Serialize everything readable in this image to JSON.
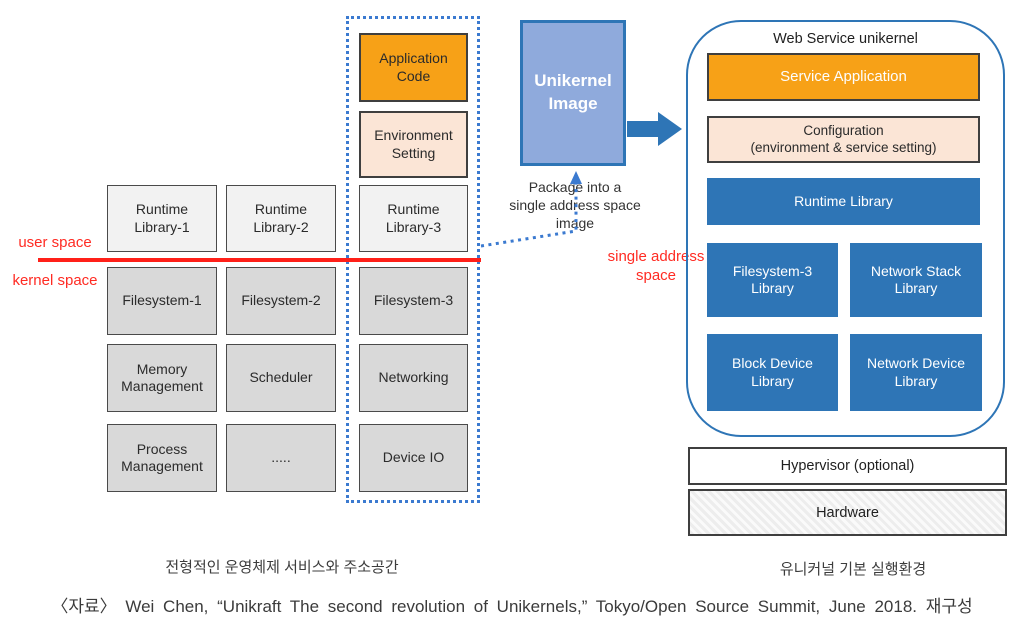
{
  "os_diagram": {
    "user_space_label": "user space",
    "kernel_space_label": "kernel space",
    "app_code": "Application Code",
    "env_setting": "Environment Setting",
    "runtime1": "Runtime Library-1",
    "runtime2": "Runtime Library-2",
    "runtime3": "Runtime Library-3",
    "fs1": "Filesystem-1",
    "fs2": "Filesystem-2",
    "fs3": "Filesystem-3",
    "memory": "Memory Management",
    "scheduler": "Scheduler",
    "networking": "Networking",
    "process": "Process Management",
    "dots": ".....",
    "deviceio": "Device IO",
    "caption": "전형적인 운영체제 서비스와 주소공간"
  },
  "middle": {
    "unikernel_image": "Unikernel Image",
    "package_line1": "Package into a",
    "package_line2": "single address space",
    "package_line3": "image",
    "single_address_line1": "single address",
    "single_address_line2": "space"
  },
  "unikernel_diagram": {
    "title": "Web Service unikernel",
    "service_app": "Service Application",
    "config_line1": "Configuration",
    "config_line2": "(environment & service setting)",
    "runtime_library": "Runtime Library",
    "fs3_library": "Filesystem-3 Library",
    "network_stack": "Network Stack Library",
    "block_device": "Block Device Library",
    "network_device": "Network Device Library",
    "hypervisor": "Hypervisor (optional)",
    "hardware": "Hardware",
    "caption": "유니커널 기본 실행환경"
  },
  "source": "〈자료〉 Wei Chen, “Unikraft The second revolution of Unikernels,” Tokyo/Open Source Summit, June 2018. 재구성",
  "colors": {
    "accent_orange": "#F7A117",
    "accent_peach": "#FBE5D6",
    "accent_blue": "#2E75B6",
    "unikernel_image_fill": "#8FAADC",
    "annotation_red": "#FF2B23",
    "dashed_outline_blue": "#3B7AD0",
    "user_box_gray": "#F2F2F2",
    "kernel_box_gray": "#D9D9D9"
  }
}
